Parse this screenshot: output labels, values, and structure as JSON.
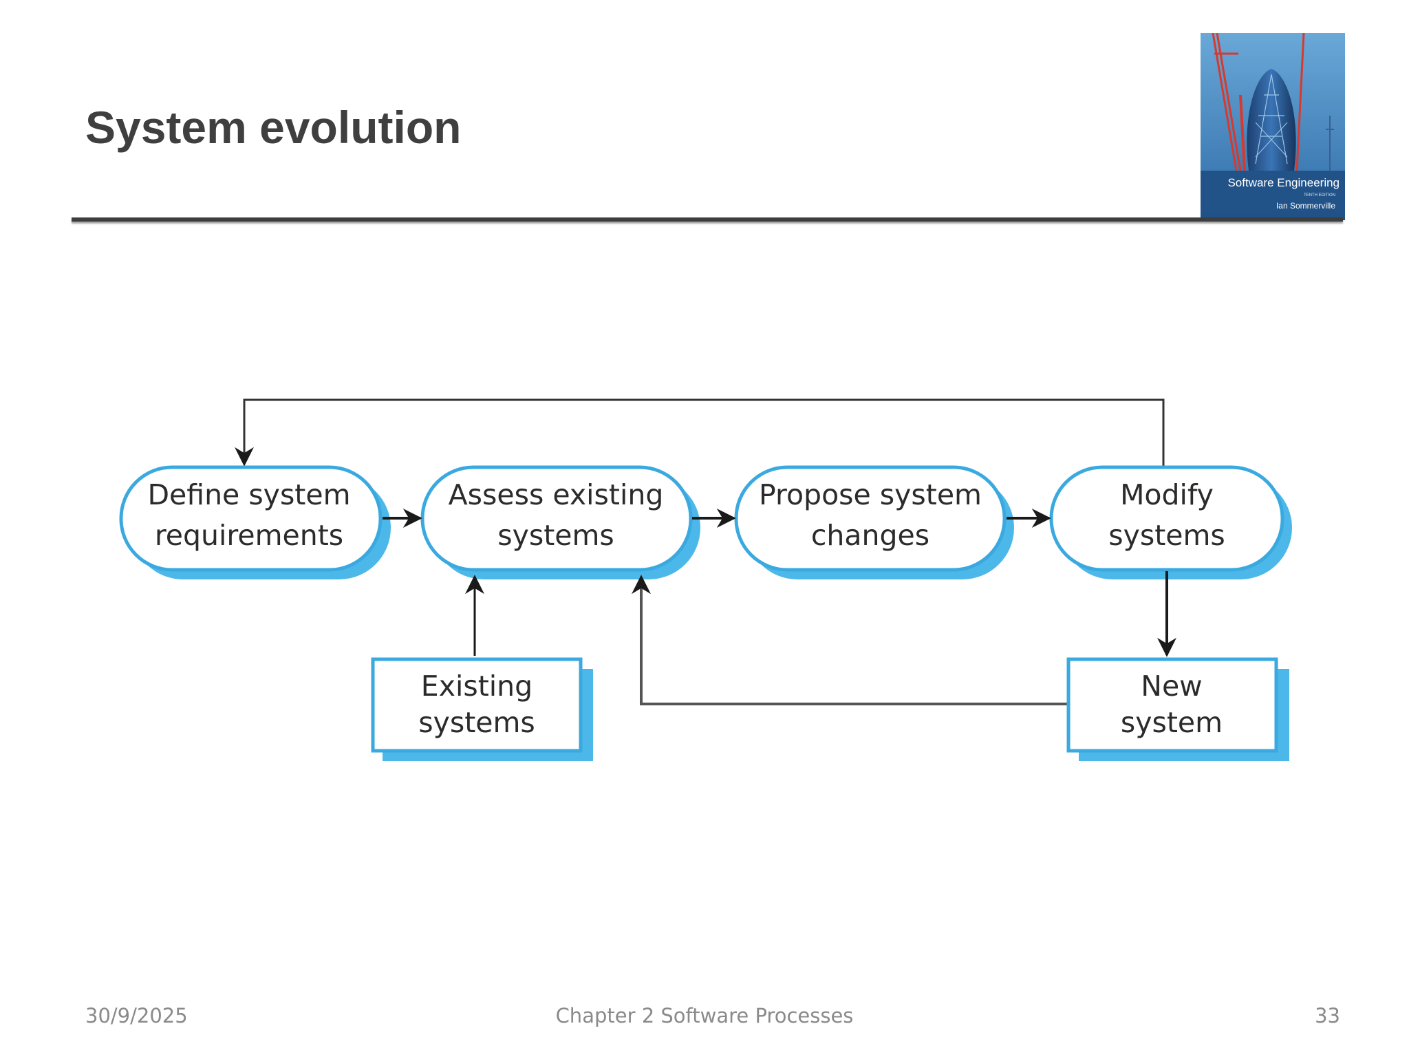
{
  "slide": {
    "title": "System evolution"
  },
  "book_cover": {
    "title": "Software Engineering",
    "edition": "TENTH EDITION",
    "author": "Ian Sommerville"
  },
  "diagram": {
    "processes": [
      {
        "line1": "Define system",
        "line2": "requirements"
      },
      {
        "line1": "Assess existing",
        "line2": "systems"
      },
      {
        "line1": "Propose system",
        "line2": "changes"
      },
      {
        "line1": "Modify",
        "line2": "systems"
      }
    ],
    "documents": [
      {
        "line1": "Existing",
        "line2": "systems"
      },
      {
        "line1": "New",
        "line2": "system"
      }
    ],
    "colors": {
      "outline": "#3aa9df",
      "shadow": "#4cb8ea",
      "arrow": "#1a1a1a",
      "feedback_line": "#555555"
    }
  },
  "footer": {
    "date": "30/9/2025",
    "chapter": "Chapter 2 Software Processes",
    "page": "33"
  }
}
